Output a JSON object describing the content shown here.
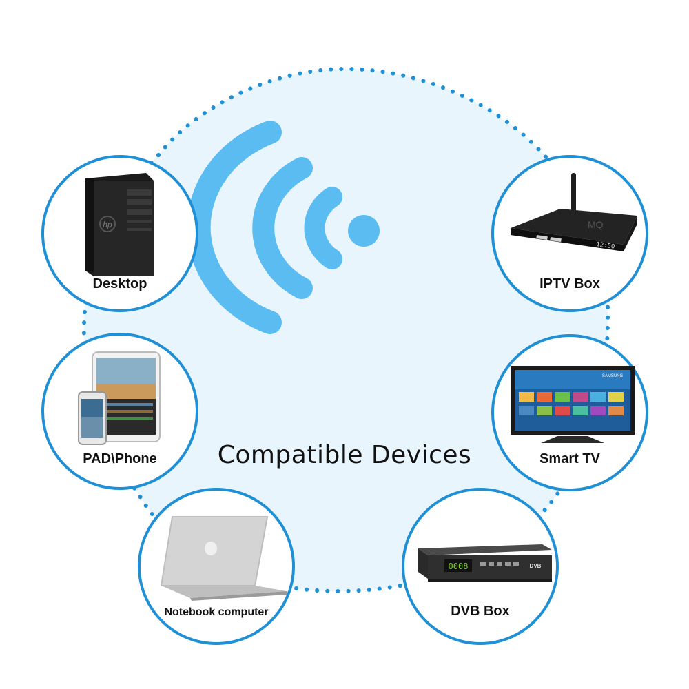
{
  "title": "Compatible Devices",
  "colors": {
    "background_blob": "#e9f5fd",
    "dotted_outline": "#1f8fd6",
    "circle_border": "#1f8fd6",
    "signal": "#5bbcf2"
  },
  "devices": [
    {
      "label": "Desktop",
      "icon": "desktop-tower-icon"
    },
    {
      "label": "PAD\\Phone",
      "icon": "tablet-phone-icon"
    },
    {
      "label": "Notebook computer",
      "icon": "laptop-icon"
    },
    {
      "label": "IPTV Box",
      "icon": "iptv-box-icon"
    },
    {
      "label": "Smart TV",
      "icon": "smart-tv-icon"
    },
    {
      "label": "DVB Box",
      "icon": "dvb-box-icon"
    }
  ],
  "decor": {
    "signal_icon": "wifi-signal-icon",
    "hp_logo_text": "hp",
    "iptv_brand_text": "MQ",
    "iptv_clock_text": "12:50",
    "dvb_display_text": "0008",
    "dvb_badge_text": "DVB",
    "tv_brand_text": "SAMSUNG"
  }
}
